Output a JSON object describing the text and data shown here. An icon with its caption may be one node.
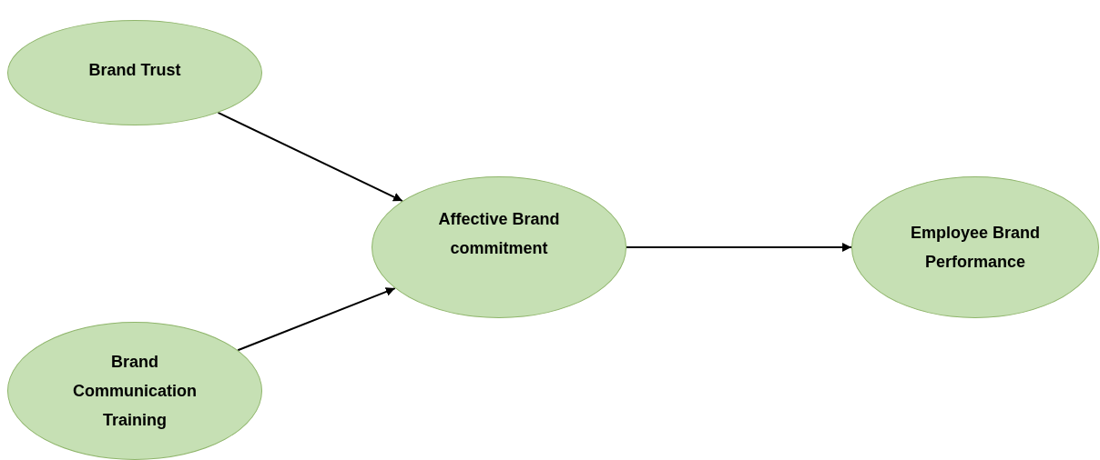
{
  "diagram": {
    "nodes": [
      {
        "text": [
          "Brand Trust"
        ]
      },
      {
        "text": [
          "Brand Communication Training"
        ]
      },
      {
        "text": [
          "Affective Brand commitment"
        ]
      },
      {
        "text": [
          "Employee Brand Performance"
        ]
      }
    ],
    "edges": [
      {
        "from": 0,
        "to": 2,
        "arrow": "to"
      },
      {
        "from": 1,
        "to": 2,
        "arrow": "to"
      },
      {
        "from": 2,
        "to": 3,
        "arrow": "to"
      }
    ]
  }
}
